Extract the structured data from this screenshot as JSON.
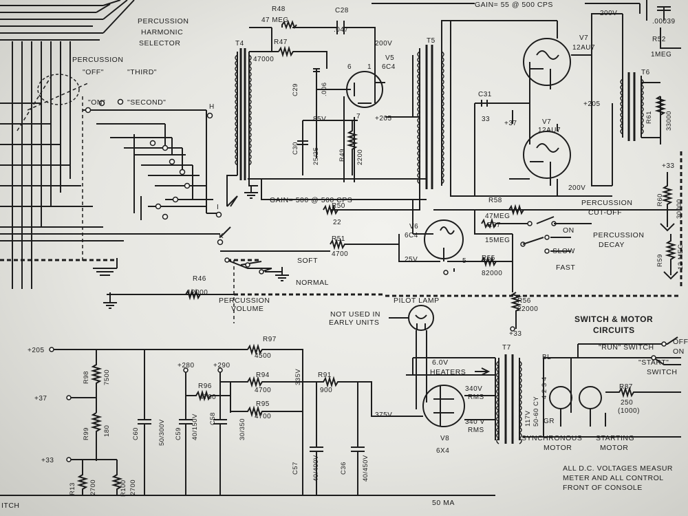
{
  "header": {
    "gain_top": "GAIN= 55 @ 500 CPS"
  },
  "left": {
    "perc_harmonic": [
      "PERCUSSION",
      "HARMONIC",
      "SELECTOR"
    ],
    "perc_switch": "PERCUSSION",
    "off": "\"OFF\"",
    "third": "\"THIRD\"",
    "on": "\"ON\"",
    "second": "\"SECOND\"",
    "term_h": "H",
    "term_k": "K",
    "term_i": "I"
  },
  "tube_section": {
    "r48": "R48",
    "r48_val": "47 MEG",
    "c28": "C28",
    "c28_val": ".047",
    "r47": "R47",
    "r47_val": "47000",
    "t4": "T4",
    "t5": "T5",
    "v200_1": "200V",
    "v5": "V5",
    "v5_type": "6C4",
    "c29": "C29",
    "c29_val": ".006",
    "v85": "85V",
    "c30": "C30",
    "c30_val": "25/25",
    "r49": "R49",
    "r49_val": "2200",
    "p205_1": "+205",
    "gain_mid": "GAIN= 500 @ 500 CPS",
    "r50": "R50",
    "r50_val": "22",
    "r51": "R51",
    "r51_val": "4700",
    "soft": "SOFT",
    "normal": "NORMAL",
    "r46": "R46",
    "r46_val": "12000",
    "perc_volume": [
      "PERCUSSION",
      "VOLUME"
    ],
    "p1": "1",
    "p5": "5",
    "p6": "6",
    "p7": "7"
  },
  "right": {
    "v200_2": "200V",
    "c_top_val": ".00039",
    "r52": "R52",
    "r52_val": "1MEG",
    "v7a": "V7",
    "v7a_type": "12AU7",
    "c31": "C31",
    "c31_val": "33",
    "p37_1": "+37",
    "v7b": "V7",
    "v7b_type": "12AU7",
    "t6": "T6",
    "p205_2": "+205",
    "r61": "R61",
    "r61_val": "33000",
    "p33_1": "+33",
    "r60": "R60",
    "r60_val": "30000",
    "r59": "R59",
    "r59_val": "12 MEG",
    "v200_3": "200V",
    "r58": "R58",
    "r58_val": "47MEG",
    "perc_cutoff": [
      "PERCUSSION",
      "CUT-OFF"
    ],
    "r57": "R57",
    "r57_val": "15MEG",
    "on": "ON",
    "perc_decay": [
      "PERCUSSION",
      "DECAY"
    ],
    "slow": "SLOW",
    "fast": "FAST",
    "v6": "V6",
    "v6_type": "6C4",
    "v25": "25V",
    "r55": "R55",
    "r55_val": "82000",
    "r56": "R56",
    "r56_val": "22000",
    "p33_2": "+33",
    "pilot": "PILOT LAMP",
    "not_used": [
      "NOT USED IN",
      "EARLY UNITS"
    ]
  },
  "power": {
    "p205": "+205",
    "r97": "R97",
    "r97_val": "4500",
    "r98": "R98",
    "r98_val": "7500",
    "p37": "+37",
    "r99": "R99",
    "r99_val": "180",
    "p33": "+33",
    "r13": "R13",
    "r13_val": "2700",
    "r100": "R100",
    "r100_val": "2700",
    "c60": "C60",
    "c60_val": "50/300V",
    "p280": "+280",
    "p290": "+290",
    "r96": "R96",
    "r96_val": "4700",
    "c59": "C59",
    "c59_val": "40/150V",
    "c58": "C58",
    "c58_val": "30/350",
    "r94": "R94",
    "r94_val": "4700",
    "r95": "R95",
    "r95_val": "4700",
    "v335": "335V",
    "r91": "R91",
    "r91_val": "900",
    "v375": "375V",
    "c57": "C57",
    "c57_val": "40/400V",
    "c36": "C36",
    "c36_val": "40/450V",
    "ma50": "50 MA",
    "heaters": [
      "6.0V",
      "HEATERS"
    ],
    "rms340_1": [
      "340V",
      "RMS"
    ],
    "rms340_2": [
      "340 V",
      "RMS"
    ],
    "v8": "V8",
    "v8_type": "6X4",
    "t7": "T7",
    "pri": [
      "117V",
      "50-60 CY"
    ],
    "pins": "4 2 3 4"
  },
  "switch_motor": {
    "title": [
      "SWITCH & MOTOR",
      "CIRCUITS"
    ],
    "run": "\"RUN\" SWITCH",
    "off_on": [
      "OFF",
      "ON"
    ],
    "start": [
      "\"START\"",
      "SWITCH"
    ],
    "r87": "R87",
    "r87_val": [
      "250",
      "(1000)"
    ],
    "sync": [
      "SYNCHRONOUS",
      "MOTOR"
    ],
    "starting": [
      "STARTING",
      "MOTOR"
    ],
    "bl": "BL",
    "gr": "GR"
  },
  "footer": {
    "note": [
      "ALL D.C. VOLTAGES MEASUR",
      "METER AND ALL CONTROL",
      "FRONT OF CONSOLE"
    ],
    "itch_left": "ITCH"
  }
}
